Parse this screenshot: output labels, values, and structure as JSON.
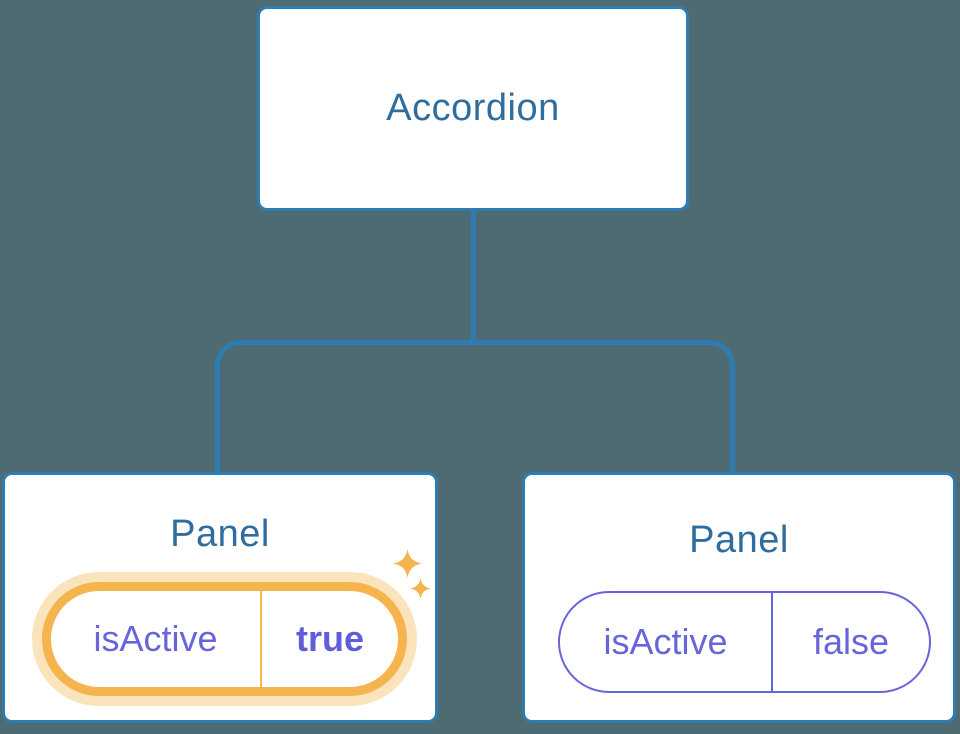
{
  "diagram": {
    "type": "component-tree",
    "root": {
      "label": "Accordion"
    },
    "panels": [
      {
        "title": "Panel",
        "prop_name": "isActive",
        "prop_value": "true",
        "highlighted": true
      },
      {
        "title": "Panel",
        "prop_name": "isActive",
        "prop_value": "false",
        "highlighted": false
      }
    ]
  },
  "colors": {
    "background": "#4e6a73",
    "connector_blue": "#2e7db2",
    "title_blue": "#2e6d9e",
    "prop_purple": "#6865da",
    "prop_value_bold_purple": "#5f5dd8",
    "highlight_orange": "#f6b44f",
    "highlight_glow": "#fbe3bb",
    "card_background": "#ffffff"
  }
}
